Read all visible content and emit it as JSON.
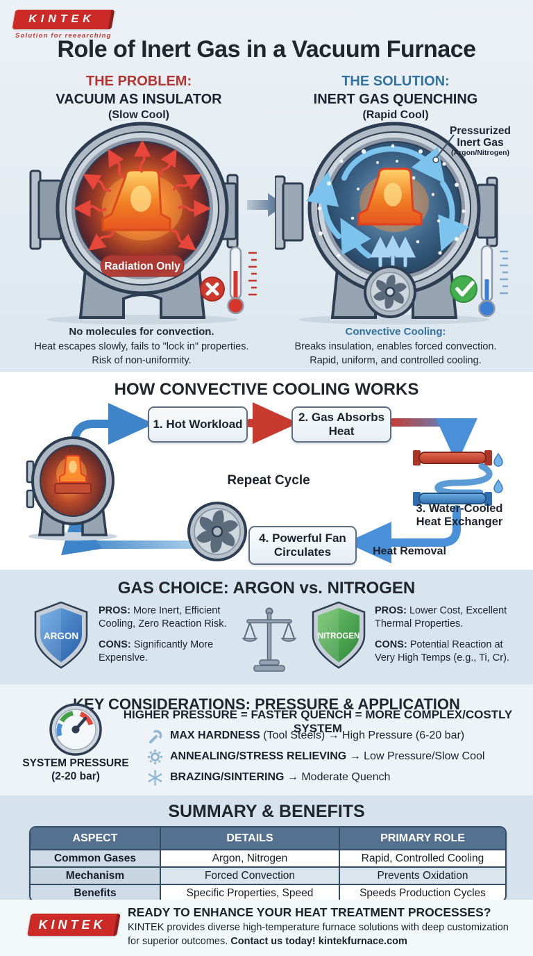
{
  "brand": {
    "logo_text": "KINTEK",
    "tagline": "Solution for reeearching",
    "logo_color": "#cc2a26"
  },
  "title": "Role of Inert Gas in a Vacuum Furnace",
  "problem": {
    "kicker": "THE PROBLEM:",
    "heading": "VACUUM AS INSULATOR",
    "sub": "(Slow Cool)",
    "badge": "Radiation Only",
    "caption_bold": "No molecules for convection.",
    "caption_line2": "Heat escapes slowly, fails to \"lock in\" properties.",
    "caption_line3": "Risk of non-uniformity.",
    "accent": "#b23531"
  },
  "solution": {
    "kicker": "THE SOLUTION:",
    "heading": "INERT GAS QUENCHING",
    "sub": "(Rapid Cool)",
    "gas_label_line1": "Pressurized",
    "gas_label_line2": "Inert Gas",
    "gas_label_line3": "(Argon/Nitrogen)",
    "caption_bold": "Convective Cooling:",
    "caption_line2": "Breaks insulation, enables forced convection.",
    "caption_line3": "Rapid, uniform, and controlled cooling.",
    "accent": "#32739f"
  },
  "how": {
    "heading": "HOW CONVECTIVE COOLING WORKS",
    "step1": "1. Hot Workload",
    "step2": "2. Gas Absorbs Heat",
    "step3": "3. Water-Cooled Heat Exchanger",
    "step4": "4. Powerful Fan Circulates",
    "repeat": "Repeat Cycle",
    "heat_removal": "Heat Removal"
  },
  "gas": {
    "heading": "GAS CHOICE: ARGON vs. NITROGEN",
    "argon": {
      "name": "ARGON",
      "color": "#3d7cc4",
      "pros_label": "PROS:",
      "pros": "More Inert, Efficient Cooling, Zero Reaction Risk.",
      "cons_label": "CONS:",
      "cons": "Significantly More Expenslve."
    },
    "nitrogen": {
      "name": "NITROGEN",
      "color": "#4a9e4e",
      "pros_label": "PROS:",
      "pros": "Lower Cost, Excellent Thermal Properties.",
      "cons_label": "CONS:",
      "cons": "Potential Reaction at Very High Temps (e.g., Ti, Cr)."
    }
  },
  "key": {
    "heading": "KEY CONSIDERATIONS: PRESSURE & APPLICATION",
    "gauge_label1": "SYSTEM PRESSURE",
    "gauge_label2": "(2-20 bar)",
    "rule": "HIGHER PRESSURE = FASTER QUENCH = MORE COMPLEX/COSTLY SYSTEM",
    "bullets": [
      {
        "icon": "wrench-icon",
        "strong": "MAX HARDNESS",
        "rest": " (Tool Steels) → High Pressure (6-20 bar)"
      },
      {
        "icon": "gear-icon",
        "strong": "ANNEALING/STRESS RELIEVING",
        "rest": " → Low Pressure/Slow Cool"
      },
      {
        "icon": "snowflake-icon",
        "strong": "BRAZING/SINTERING",
        "rest": " → Moderate Quench"
      }
    ]
  },
  "summary": {
    "heading": "SUMMARY & BENEFITS",
    "headers": [
      "ASPECT",
      "DETAILS",
      "PRIMARY ROLE"
    ],
    "rows": [
      [
        "Common Gases",
        "Argon, Nitrogen",
        "Rapid, Controlled Cooling"
      ],
      [
        "Mechanism",
        "Forced Convection",
        "Prevents Oxidation"
      ],
      [
        "Benefits",
        "Specific Properties, Speed",
        "Speeds Production Cycles"
      ]
    ],
    "header_bg": "#54718f"
  },
  "footer": {
    "heading": "READY TO ENHANCE YOUR HEAT TREATMENT PROCESSES?",
    "body": "KINTEK provides diverse high-temperature furnace solutions with deep customization for superior outcomes. ",
    "body_bold": "Contact us today! kintekfurnace.com"
  }
}
